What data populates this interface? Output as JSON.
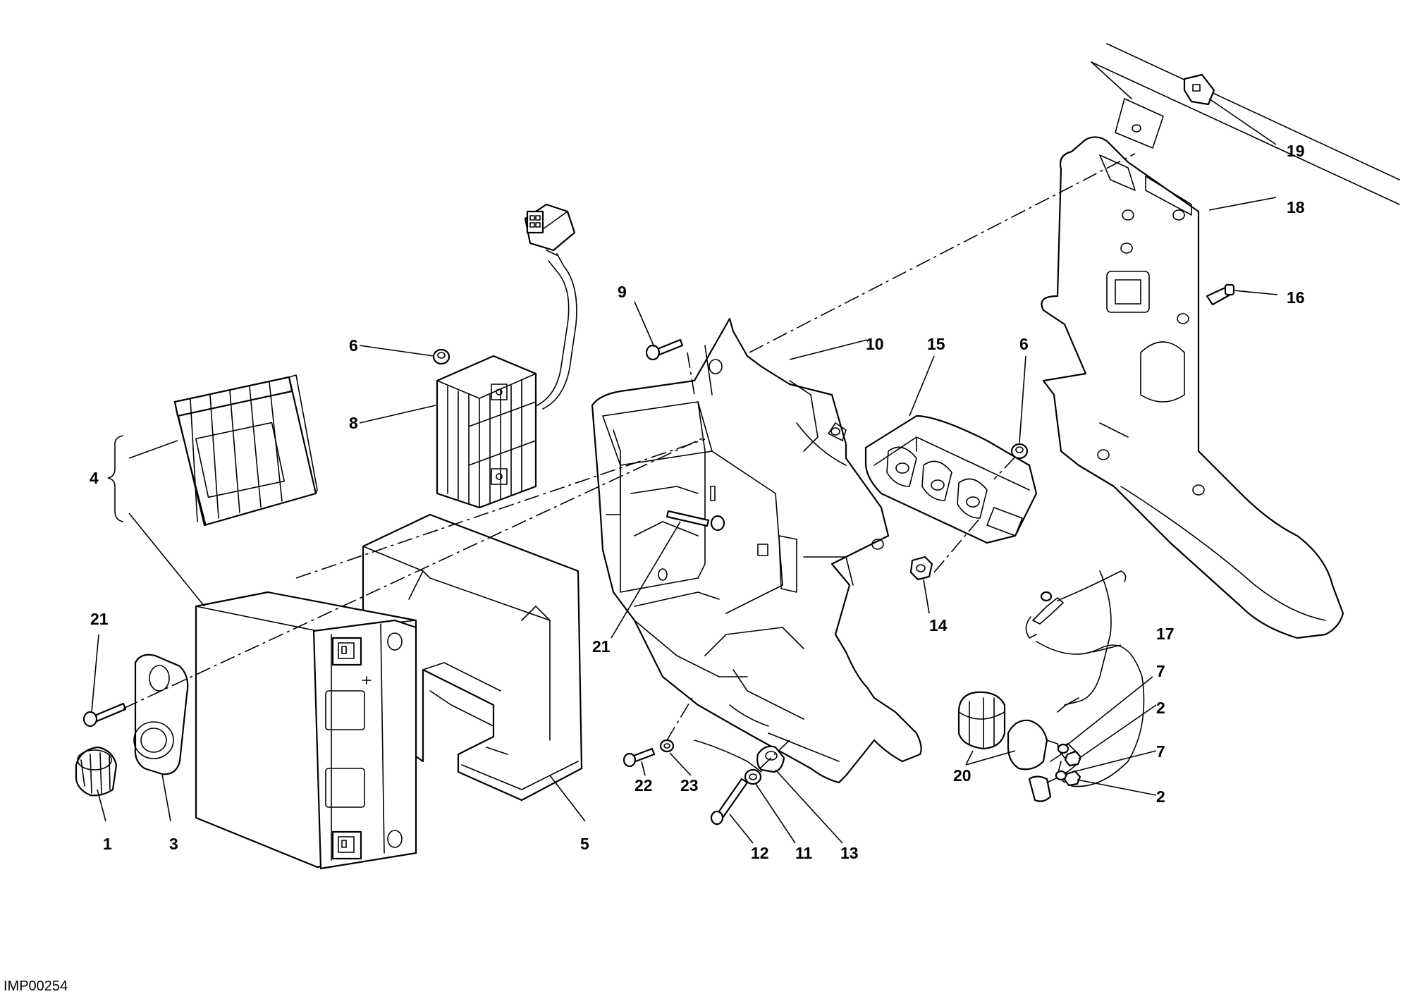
{
  "diagram": {
    "drawing_code": "IMP00254",
    "callouts": [
      "19",
      "18",
      "16",
      "9",
      "10",
      "15",
      "6",
      "6",
      "8",
      "4",
      "21",
      "21",
      "17",
      "7",
      "2",
      "7",
      "2",
      "20",
      "22",
      "23",
      "12",
      "11",
      "13",
      "14",
      "1",
      "3",
      "5"
    ]
  }
}
